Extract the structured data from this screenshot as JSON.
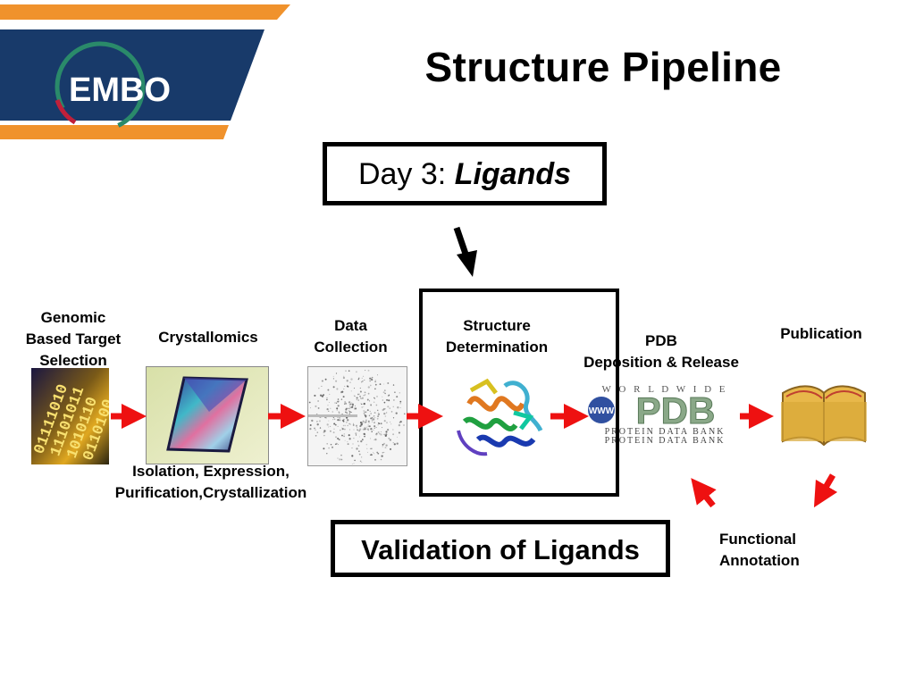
{
  "header": {
    "logo_text": "EMBO",
    "title": "Structure Pipeline"
  },
  "day_box": {
    "prefix": "Day 3:",
    "emphasis": "Ligands"
  },
  "stages": {
    "genomic": {
      "line1": "Genomic",
      "line2": "Based Target",
      "line3": "Selection"
    },
    "crystallomics": {
      "label": "Crystallomics"
    },
    "data_collection": {
      "line1": "Data",
      "line2": "Collection"
    },
    "structure_determination": {
      "line1": "Structure",
      "line2": "Determination"
    },
    "pdb": {
      "line1": "PDB",
      "line2": "Deposition & Release"
    },
    "publication": {
      "label": "Publication"
    },
    "functional_annotation": {
      "line1": "Functional",
      "line2": "Annotation"
    }
  },
  "isolation_note": {
    "line1": "Isolation, Expression,",
    "line2": "Purification,Crystallization"
  },
  "pdb_logo": {
    "top_text": "W O R L D W I D E",
    "badge": "WWW",
    "main": "PDB",
    "sub1": "PROTEIN DATA BANK",
    "sub2": "PROTEIN DATA BANK"
  },
  "validation_box": {
    "label": "Validation of Ligands"
  },
  "dna_image": {
    "digits": [
      "01111010",
      "11101011",
      "1010110",
      "0110100"
    ]
  },
  "colors": {
    "banner_orange": "#f0922c",
    "banner_navy": "#183a6a",
    "arrow_red": "#ee1111",
    "pdb_green": "#8aa888",
    "book_gold": "#d9a838"
  }
}
